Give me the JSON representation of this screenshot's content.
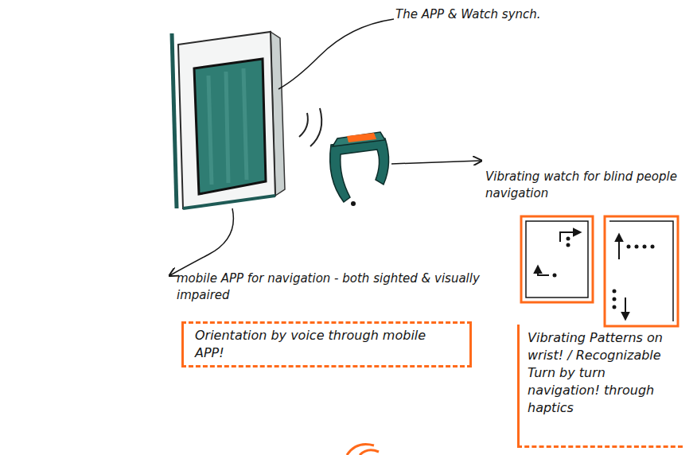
{
  "diagram": {
    "nodes": [
      {
        "text": [
          "Orientation by voice through mobile APP!"
        ]
      },
      {
        "text": [
          "Vibrating Patterns on wrist! / Recognizable Turn by turn navigation! through haptics"
        ]
      }
    ],
    "labels": [
      "The APP & Watch synch.",
      "Vibrating watch for blind people navigation",
      "mobile APP for navigation - both sighted & visually impaired"
    ]
  }
}
